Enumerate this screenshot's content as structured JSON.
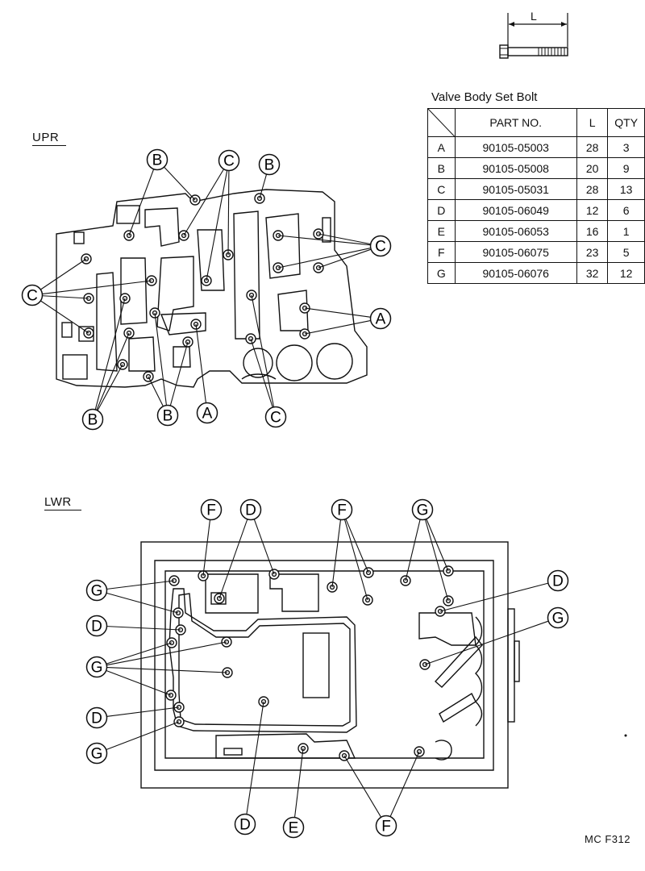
{
  "bolt_icon": {
    "dimension_label": "L"
  },
  "table": {
    "title": "Valve Body Set Bolt",
    "headers": {
      "part_no": "PART NO.",
      "length": "L",
      "qty": "QTY"
    },
    "rows": [
      {
        "letter": "A",
        "part_no": "90105-05003",
        "length": "28",
        "qty": "3"
      },
      {
        "letter": "B",
        "part_no": "90105-05008",
        "length": "20",
        "qty": "9"
      },
      {
        "letter": "C",
        "part_no": "90105-05031",
        "length": "28",
        "qty": "13"
      },
      {
        "letter": "D",
        "part_no": "90105-06049",
        "length": "12",
        "qty": "6"
      },
      {
        "letter": "E",
        "part_no": "90105-06053",
        "length": "16",
        "qty": "1"
      },
      {
        "letter": "F",
        "part_no": "90105-06075",
        "length": "23",
        "qty": "5"
      },
      {
        "letter": "G",
        "part_no": "90105-06076",
        "length": "32",
        "qty": "12"
      }
    ]
  },
  "upper": {
    "label": "UPR",
    "callouts": [
      {
        "id": "b-top-left",
        "letter": "B"
      },
      {
        "id": "c-top-mid",
        "letter": "C"
      },
      {
        "id": "b-top-mid",
        "letter": "B"
      },
      {
        "id": "c-right",
        "letter": "C"
      },
      {
        "id": "c-left",
        "letter": "C"
      },
      {
        "id": "a-right",
        "letter": "A"
      },
      {
        "id": "b-bot-left",
        "letter": "B"
      },
      {
        "id": "b-bot-mid",
        "letter": "B"
      },
      {
        "id": "a-bot",
        "letter": "A"
      },
      {
        "id": "c-bot",
        "letter": "C"
      }
    ]
  },
  "lower": {
    "label": "LWR",
    "callouts": [
      {
        "id": "f-top-left",
        "letter": "F"
      },
      {
        "id": "d-top",
        "letter": "D"
      },
      {
        "id": "f-top-mid",
        "letter": "F"
      },
      {
        "id": "g-top-right",
        "letter": "G"
      },
      {
        "id": "d-right",
        "letter": "D"
      },
      {
        "id": "g-left-top",
        "letter": "G"
      },
      {
        "id": "d-left-1",
        "letter": "D"
      },
      {
        "id": "g-right",
        "letter": "G"
      },
      {
        "id": "g-left-mid",
        "letter": "G"
      },
      {
        "id": "d-left-2",
        "letter": "D"
      },
      {
        "id": "g-left-bot",
        "letter": "G"
      },
      {
        "id": "d-bot",
        "letter": "D"
      },
      {
        "id": "e-bot",
        "letter": "E"
      },
      {
        "id": "f-bot",
        "letter": "F"
      }
    ]
  },
  "figure_code": "MC F312"
}
